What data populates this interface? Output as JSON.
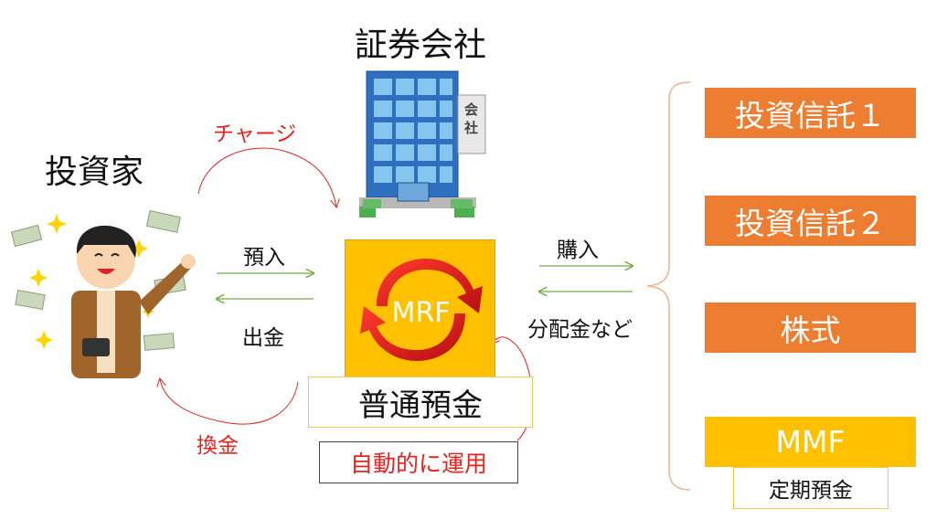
{
  "securities_company": "証券会社",
  "building_sign": [
    "会",
    "社"
  ],
  "investor": "投資家",
  "charge": "チャージ",
  "deposit": "預入",
  "withdraw": "出金",
  "convert": "換金",
  "mrf": "MRF",
  "ordinary_savings": "普通預金",
  "auto_operation": "自動的に運用",
  "purchase": "購入",
  "distributions": "分配金など",
  "products": [
    "投資信託１",
    "投資信託２",
    "株式",
    "MMF"
  ],
  "time_deposit": "定期預金",
  "colors": {
    "red": "#e8231e",
    "orange": "#ed7d31",
    "gold": "#ffc000",
    "green": "#70ad47"
  }
}
